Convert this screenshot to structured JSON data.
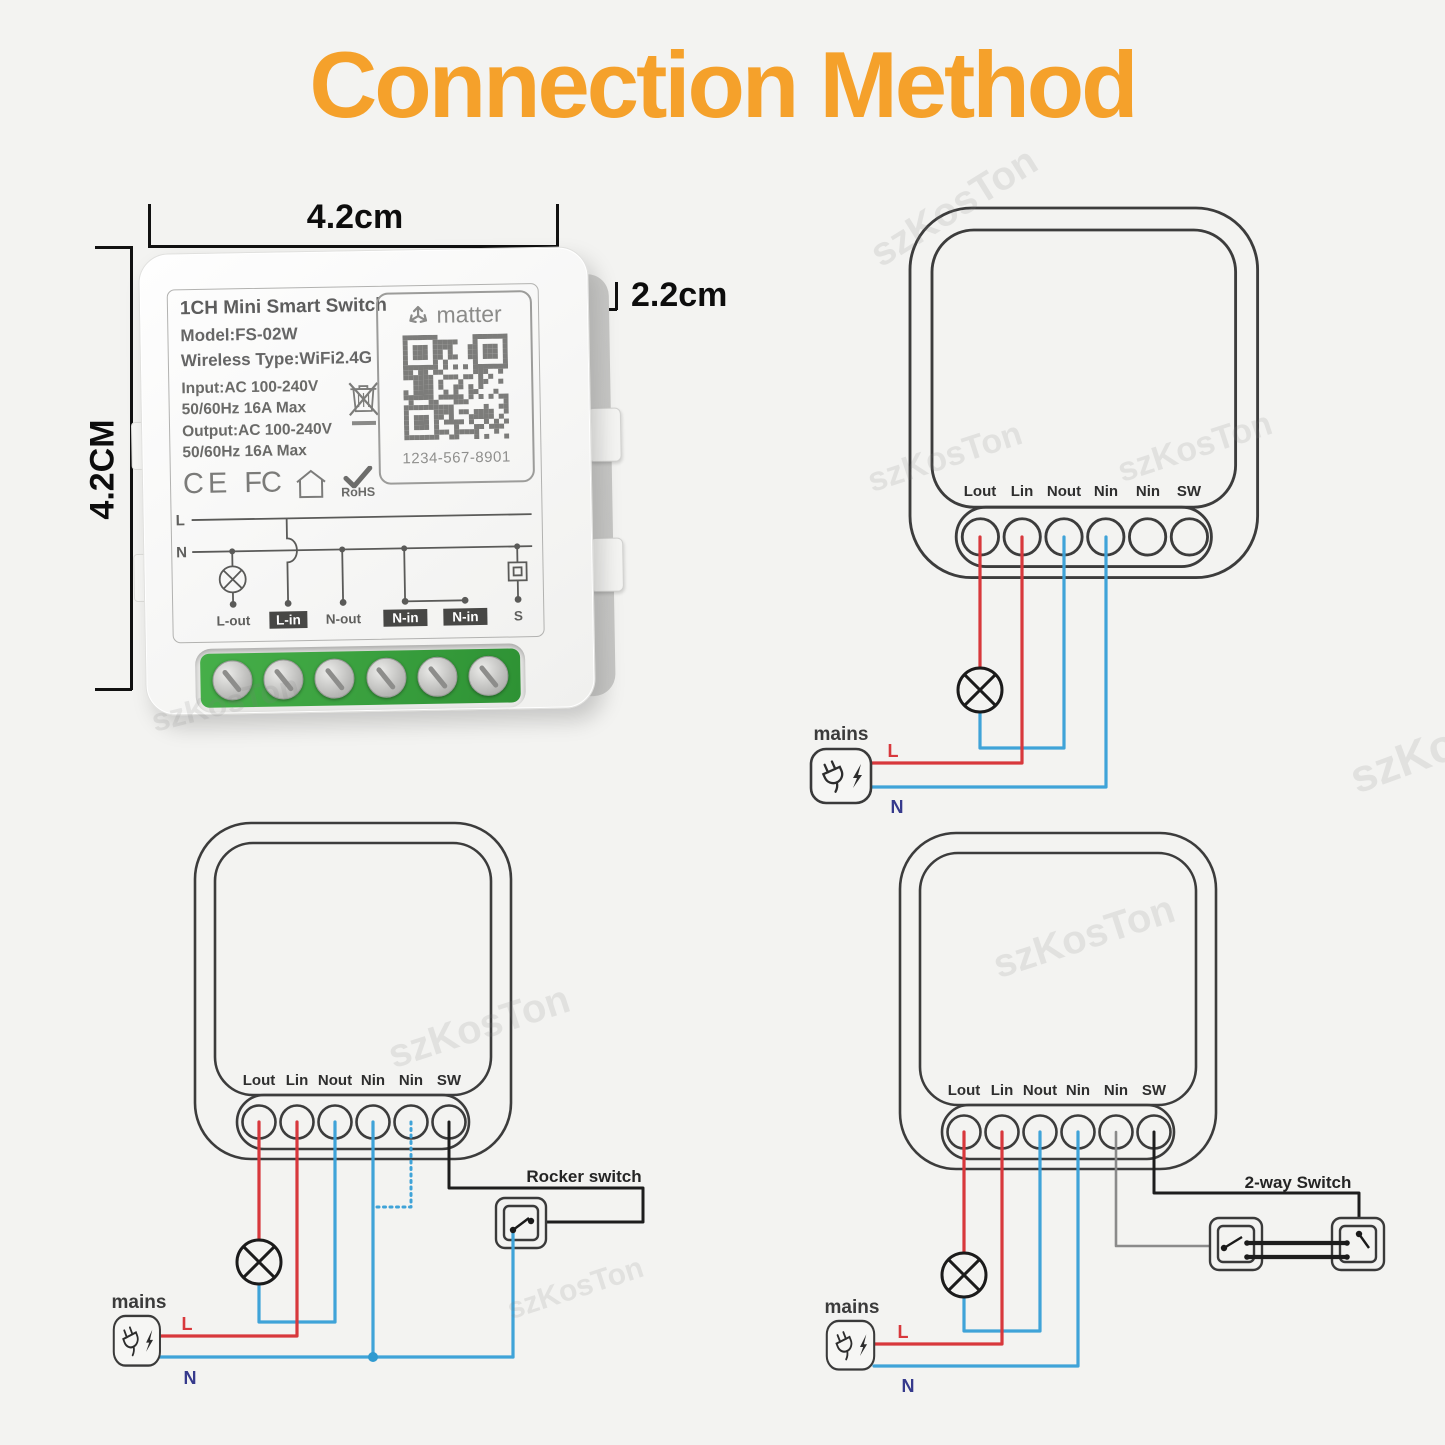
{
  "title": "Connection Method",
  "colors": {
    "title_orange": "#F5A12B",
    "wire_live_red": "#D8383C",
    "wire_neutral_blue": "#3FA3D8",
    "label_n_navy": "#35398C",
    "terminal_green": "#3CA33F",
    "outline_dark": "#3C3C3C"
  },
  "product": {
    "dimensions": {
      "width_label": "4.2cm",
      "height_label": "4.2CM",
      "depth_label": "2.2cm"
    },
    "label": {
      "title": "1CH Mini Smart Switch",
      "model_line": "Model:FS-02W",
      "wireless_line": "Wireless Type:WiFi2.4G",
      "spec_lines": [
        "Input:AC 100-240V",
        "50/60Hz 16A Max",
        "Output:AC 100-240V",
        "50/60Hz 16A Max"
      ],
      "certifications": [
        "CE",
        "FC",
        "RoHS"
      ],
      "matter": {
        "brand": "matter",
        "code": "1234-567-8901"
      },
      "schematic": {
        "live_label": "L",
        "neutral_label": "N",
        "terminals": [
          "L-out",
          "L-in",
          "N-out",
          "N-in",
          "N-in",
          "S"
        ]
      }
    }
  },
  "diagrams": {
    "terminals": [
      "Lout",
      "Lin",
      "Nout",
      "Nin",
      "Nin",
      "SW"
    ],
    "mains_label": "mains",
    "live_label": "L",
    "neutral_label": "N",
    "rocker_switch_label": "Rocker switch",
    "two_way_switch_label": "2-way Switch"
  },
  "watermark": {
    "text": "szKosTon"
  }
}
